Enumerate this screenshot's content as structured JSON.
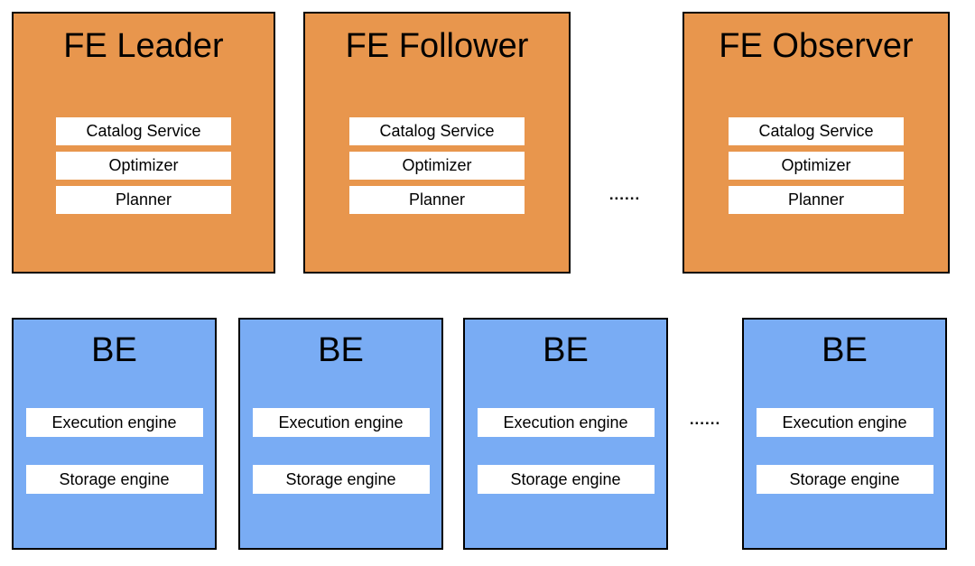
{
  "colors": {
    "fe_fill": "#E8964D",
    "be_fill": "#79ACF4",
    "border_color": "#000000",
    "inner_fill": "#FFFFFF",
    "text_color": "#000000",
    "bg_color": "#FFFFFF"
  },
  "fe_row": {
    "ellipsis": "......",
    "nodes": [
      {
        "title": "FE Leader",
        "components": [
          "Catalog Service",
          "Optimizer",
          "Planner"
        ]
      },
      {
        "title": "FE Follower",
        "components": [
          "Catalog Service",
          "Optimizer",
          "Planner"
        ]
      },
      {
        "title": "FE Observer",
        "components": [
          "Catalog Service",
          "Optimizer",
          "Planner"
        ]
      }
    ]
  },
  "be_row": {
    "ellipsis": "......",
    "nodes": [
      {
        "title": "BE",
        "components": [
          "Execution engine",
          "Storage engine"
        ]
      },
      {
        "title": "BE",
        "components": [
          "Execution engine",
          "Storage engine"
        ]
      },
      {
        "title": "BE",
        "components": [
          "Execution engine",
          "Storage engine"
        ]
      },
      {
        "title": "BE",
        "components": [
          "Execution engine",
          "Storage engine"
        ]
      }
    ]
  }
}
